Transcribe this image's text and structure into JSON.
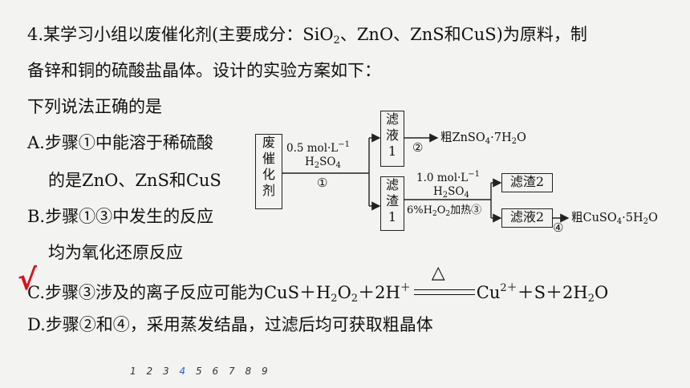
{
  "question": {
    "line1_a": "4.某学习小组以废催化剂(主要成分：SiO",
    "line1_sub1": "2",
    "line1_b": "、ZnO、ZnS和CuS)为原料，制",
    "line2": "备锌和铜的硫酸盐晶体。设计的实验方案如下：",
    "line3": "下列说法正确的是"
  },
  "options": {
    "A1": "A.步骤①中能溶于稀硫酸",
    "A2": "的是ZnO、ZnS和CuS",
    "B1": "B.步骤①③中发生的反应",
    "B2": "均为氧化还原反应",
    "C_a": "C.步骤③涉及的离子反应可能为CuS＋H",
    "C_sub1": "2",
    "C_b": "O",
    "C_sub2": "2",
    "C_c": "＋2H",
    "C_sup1": "＋",
    "C_heat": "△",
    "C_d": "Cu",
    "C_sup2": "2＋",
    "C_e": "＋S＋2H",
    "C_sub3": "2",
    "C_f": "O",
    "D": "D.步骤②和④，采用蒸发结晶，过滤后均可获取粗晶体",
    "mark": "√"
  },
  "diagram": {
    "start_box": "废\n催\n化\n剂",
    "reagent1_a": "0.5 mol·L",
    "reagent1_sup": "−1",
    "reagent1_b": "H",
    "reagent1_sub": "2",
    "reagent1_c": "SO",
    "reagent1_sub2": "4",
    "step1": "①",
    "filtrate1": "滤\n液\n1",
    "step2": "②",
    "product1_a": "粗ZnSO",
    "product1_sub": "4",
    "product1_b": "·7H",
    "product1_sub2": "2",
    "product1_c": "O",
    "residue1": "滤\n渣\n1",
    "reagent2_a": "1.0 mol·L",
    "reagent2_sup": "−1",
    "reagent2_b": "H",
    "reagent2_sub": "2",
    "reagent2_c": "SO",
    "reagent2_sub2": "4",
    "reagent3_a": "6%H",
    "reagent3_sub": "2",
    "reagent3_b": "O",
    "reagent3_sub2": "2",
    "reagent3_c": "加热③",
    "residue2": "滤渣2",
    "filtrate2": "滤液2",
    "step4": "④",
    "product2_a": "粗CuSO",
    "product2_sub": "4",
    "product2_b": "·5H",
    "product2_sub2": "2",
    "product2_c": "O"
  },
  "pager": {
    "pages": [
      "1",
      "2",
      "3",
      "4",
      "5",
      "6",
      "7",
      "8",
      "9"
    ],
    "current": "4"
  }
}
